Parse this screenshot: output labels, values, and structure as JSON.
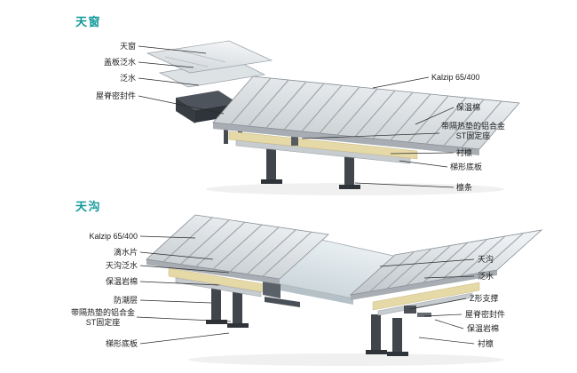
{
  "page": {
    "background": "#ffffff"
  },
  "colors": {
    "title_teal": "#12999b",
    "label_text": "#1c1c1c",
    "panel_light": "#eef1f3",
    "panel_mid": "#c9ced2",
    "panel_edge": "#a7adb3",
    "rib_line": "#9aa1a7",
    "insulation": "#e6d9a8",
    "support_dark": "#41464d",
    "gutter_light": "#d4dee3"
  },
  "sections": [
    {
      "id": "skylight-detail",
      "title": "天窗",
      "labels_left": [
        {
          "text": "天窗"
        },
        {
          "text": "盖板泛水"
        },
        {
          "text": "泛水"
        },
        {
          "text": "屋脊密封件"
        }
      ],
      "labels_right": [
        {
          "text": "Kalzip 65/400"
        },
        {
          "text": "保温棉"
        },
        {
          "line1": "带隔热垫的铝合金",
          "line2": "ST固定座"
        },
        {
          "text": "衬檩"
        },
        {
          "text": "梯形底板"
        },
        {
          "text": "檩条"
        }
      ]
    },
    {
      "id": "gutter-detail",
      "title": "天沟",
      "labels_left": [
        {
          "text": "Kalzip 65/400"
        },
        {
          "text": "滴水片"
        },
        {
          "text": "天沟泛水"
        },
        {
          "text": "保温岩棉"
        },
        {
          "text": "防潮层"
        },
        {
          "line1": "带隔热垫的铝合金",
          "line2": "ST固定座"
        },
        {
          "text": "梯形底板"
        }
      ],
      "labels_right": [
        {
          "text": "天沟"
        },
        {
          "text": "泛水"
        },
        {
          "text": "Z形支撑"
        },
        {
          "text": "屋脊密封件"
        },
        {
          "text": "保温岩棉"
        },
        {
          "text": "衬檩"
        }
      ]
    }
  ]
}
